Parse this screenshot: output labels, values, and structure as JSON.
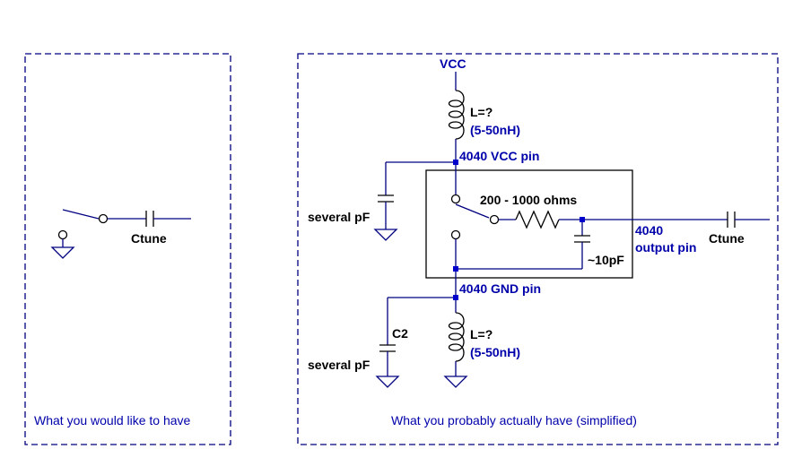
{
  "left_panel": {
    "caption": "What you would like to have",
    "cap_label": "Ctune"
  },
  "right_panel": {
    "caption": "What you probably actually have (simplified)",
    "vcc_label": "VCC",
    "inductor_top_label": "L=?",
    "inductor_top_range": "(5-50nH)",
    "vcc_pin_label": "4040 VCC pin",
    "resistor_label": "200 - 1000 ohms",
    "cap_top_label": "several pF",
    "output_pin_label_1": "4040",
    "output_pin_label_2": "output pin",
    "cap_out_label": "Ctune",
    "cap_internal_label": "~10pF",
    "gnd_pin_label": "4040 GND pin",
    "c2_label": "C2",
    "cap_bottom_label": "several pF",
    "inductor_bottom_label": "L=?",
    "inductor_bottom_range": "(5-50nH)"
  },
  "colors": {
    "wire": "#000080",
    "label_blue": "#0000aa",
    "node_dot": "#0000cc"
  }
}
